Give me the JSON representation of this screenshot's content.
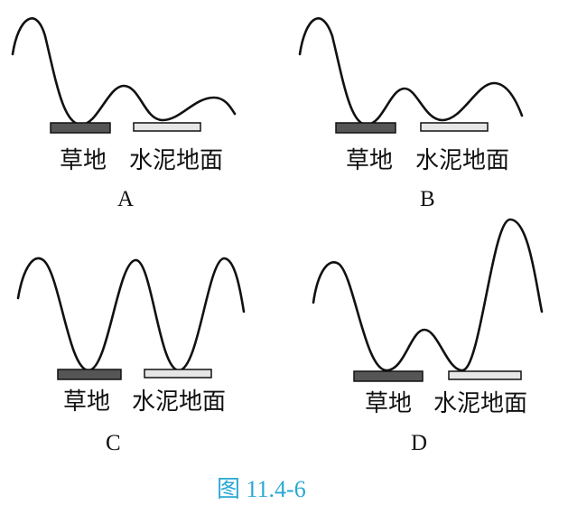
{
  "figure_caption": "图 11.4-6",
  "panels": [
    {
      "letter": "A",
      "grass_label": "草地",
      "cement_label": "水泥地面"
    },
    {
      "letter": "B",
      "grass_label": "草地",
      "cement_label": "水泥地面"
    },
    {
      "letter": "C",
      "grass_label": "草地",
      "cement_label": "水泥地面"
    },
    {
      "letter": "D",
      "grass_label": "草地",
      "cement_label": "水泥地面"
    }
  ]
}
